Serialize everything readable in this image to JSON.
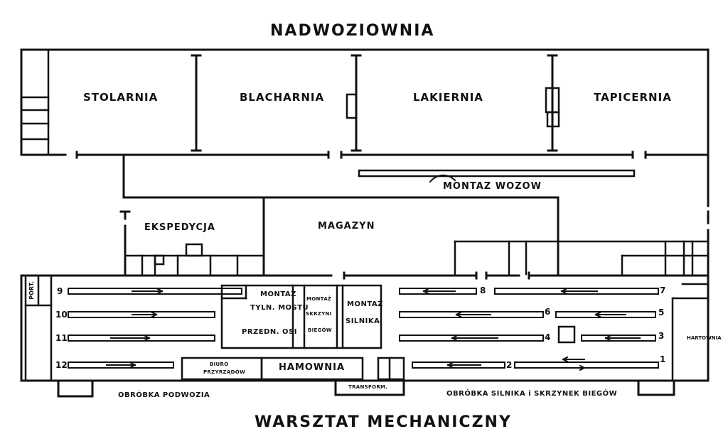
{
  "titles": {
    "top": "NADWOZIOWNIA",
    "bottom": "WARSZTAT MECHANICZNY"
  },
  "upper_rooms": {
    "stolarnia": "STOLARNIA",
    "blacharnia": "BLACHARNIA",
    "lakiernia": "LAKIERNIA",
    "tapicernia": "TAPICERNIA"
  },
  "assembly_line": "MONTAZ WOZOW",
  "middle": {
    "ekspedycja": "EKSPEDYCJA",
    "magazyn": "MAGAZYN"
  },
  "lower_boxes": {
    "montaz_label": "MONTAŻ",
    "tylnych_osi": "TYLN. MOSTU",
    "przednich_osi": "PRZEDN. OSI",
    "skrzyni": "SKRZYNI",
    "biegow": "BIEGÓW",
    "silnika": "SILNIKA",
    "biuro_line1": "BIURO",
    "biuro_line2": "PRZYRZĄDÓW",
    "hamownia": "HAMOWNIA",
    "transform": "TRANSFORM.",
    "hartownia": "HARTOWNIA",
    "portier": "PORT."
  },
  "bench_numbers": [
    "9",
    "10",
    "11",
    "12",
    "8",
    "7",
    "6",
    "5",
    "4",
    "3",
    "2",
    "1"
  ],
  "bottom_labels": {
    "left": "OBRÓBKA PODWOZIA",
    "right": "OBRÓBKA SILNIKA i SKRZYNEK BIEGÓW"
  }
}
